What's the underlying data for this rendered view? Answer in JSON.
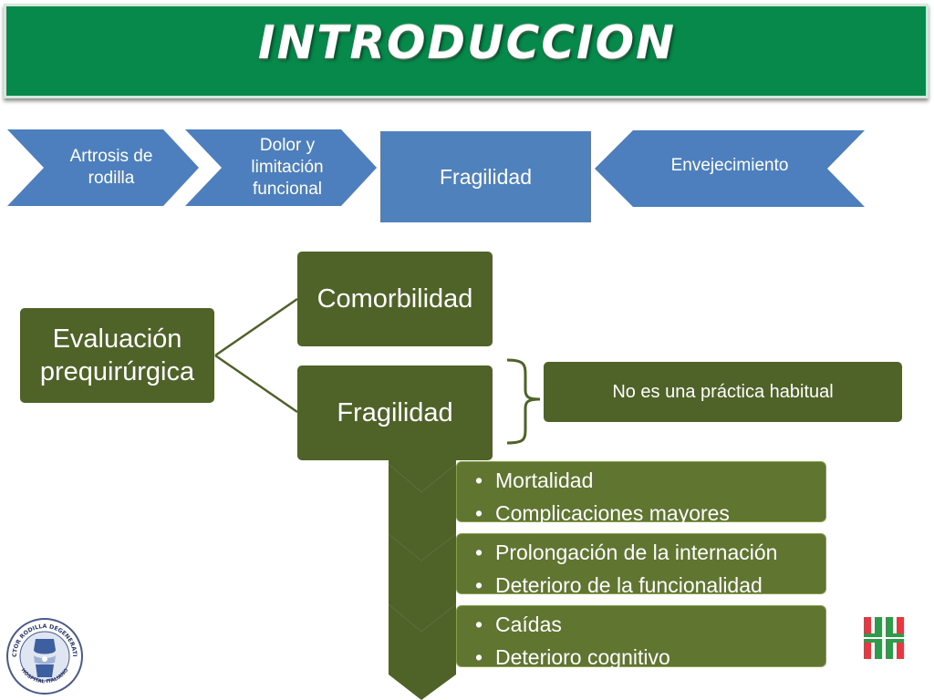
{
  "title": "INTRODUCCION",
  "process_steps": [
    {
      "label": "Artrosis de rodilla"
    },
    {
      "label": "Dolor y limitación funcional"
    },
    {
      "label": "Fragilidad"
    },
    {
      "label": "Envejecimiento"
    }
  ],
  "hierarchy": {
    "root": "Evaluación prequirúrgica",
    "children": [
      "Comorbilidad",
      "Fragilidad"
    ],
    "note": "No es una práctica habitual"
  },
  "outcomes": [
    {
      "items": [
        "Mortalidad",
        "Complicaciones mayores"
      ]
    },
    {
      "items": [
        "Prolongación de la internación",
        "Deterioro de la funcionalidad"
      ]
    },
    {
      "items": [
        "Caídas",
        "Deterioro cognitivo"
      ]
    }
  ],
  "logo": {
    "text_top": "SECTOR RODILLA DEGENERATIVA",
    "text_bottom": "HOSPITAL ITALIANO"
  },
  "colors": {
    "banner": "#06894a",
    "process_blue": "#4f81bd",
    "dark_olive": "#4f6228",
    "outcome_olive": "#5f7530",
    "hospital_red": "#e8373e",
    "hospital_green": "#2f9a48"
  }
}
